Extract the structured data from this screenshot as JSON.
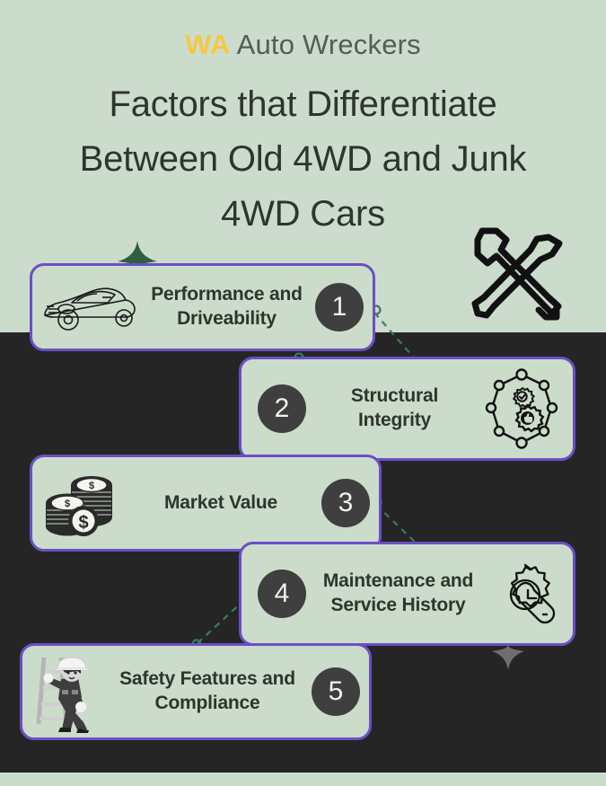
{
  "brand": {
    "prefix": "WA",
    "name": "Auto Wreckers"
  },
  "title": "Factors that Differentiate Between Old 4WD and Junk 4WD Cars",
  "colors": {
    "background_light": "#ccdccc",
    "background_dark": "#252525",
    "card_fill": "#cbdccb",
    "card_border": "#6b4fc4",
    "number_circle": "#3f3f3f",
    "number_text": "#f4f3e8",
    "heading_text": "#2e342e",
    "brand_accent": "#f5c842",
    "brand_text": "#555b55",
    "connector": "#3f7a5c",
    "leaf_green": "#2f5e40",
    "leaf_gray": "#6e6e6e"
  },
  "decorations": {
    "tools_icon": "wrench-screwdriver-icon",
    "leaf_top": "leaf-spike-icon",
    "leaf_bottom": "leaf-spike-icon"
  },
  "items": [
    {
      "number": "1",
      "label": "Performance and Driveability",
      "icon": "sports-car-icon",
      "icon_side": "left",
      "number_side": "right"
    },
    {
      "number": "2",
      "label": "Structural Integrity",
      "icon": "quality-gears-network-icon",
      "icon_side": "right",
      "number_side": "left"
    },
    {
      "number": "3",
      "label": "Market Value",
      "icon": "money-coin-stacks-icon",
      "icon_side": "left",
      "number_side": "right"
    },
    {
      "number": "4",
      "label": "Maintenance and Service History",
      "icon": "gear-wrench-icon",
      "icon_side": "right",
      "number_side": "left"
    },
    {
      "number": "5",
      "label": "Safety Features and Compliance",
      "icon": "safety-worker-ladder-icon",
      "icon_side": "left",
      "number_side": "right"
    }
  ]
}
